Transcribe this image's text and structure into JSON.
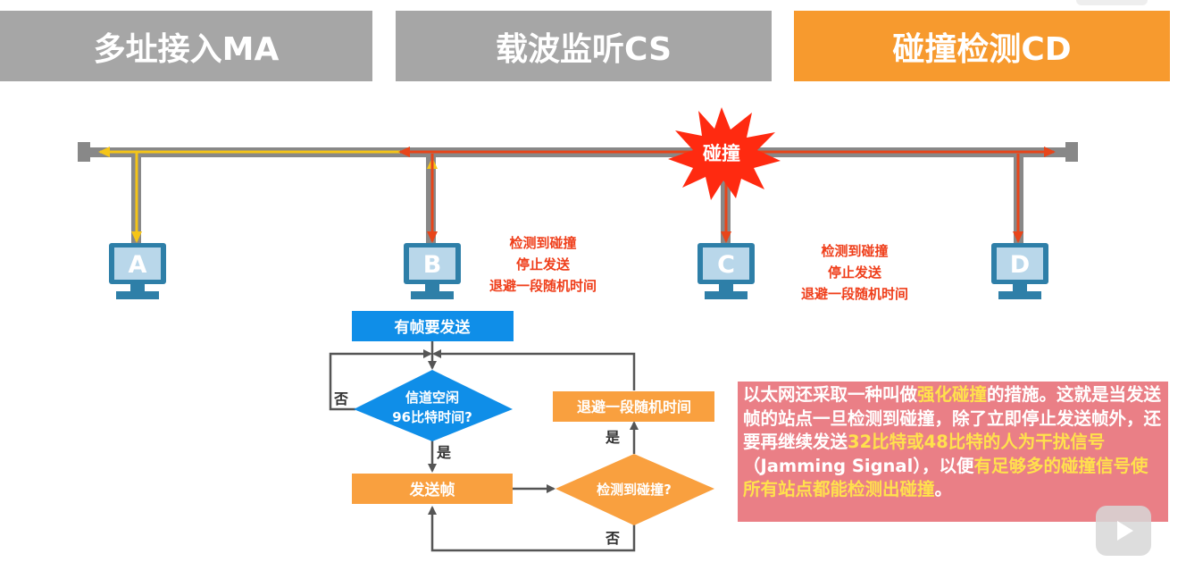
{
  "tabs": [
    {
      "label": "多址接入MA",
      "active": false
    },
    {
      "label": "载波监听CS",
      "active": false
    },
    {
      "label": "碰撞检测CD",
      "active": true
    }
  ],
  "collision_label": "碰撞",
  "stations": [
    "A",
    "B",
    "C",
    "D"
  ],
  "notes": {
    "b": [
      "检测到碰撞",
      "停止发送",
      "退避一段随机时间"
    ],
    "c": [
      "检测到碰撞",
      "停止发送",
      "退避一段随机时间"
    ]
  },
  "flow": {
    "start": "有帧要发送",
    "check_idle_line1": "信道空闲",
    "check_idle_line2": "96比特时间?",
    "no_left": "否",
    "yes_down": "是",
    "send": "发送帧",
    "detect": "检测到碰撞?",
    "yes_up": "是",
    "backoff": "退避一段随机时间",
    "no_bottom": "否"
  },
  "info": {
    "t1": "以太网还采取一种叫做",
    "h1": "强化碰撞",
    "t2": "的措施。这就是当发送帧的站点一旦检测到碰撞，除了立即停止发送帧外，还要再继续发送",
    "h2": "32比特或48比特的人为干扰信号",
    "t3": "（Jamming Signal），以便",
    "h3": "有足够多的碰撞信号使所有站点都能检测出碰撞",
    "t4": "。"
  },
  "colors": {
    "grey_tab": "#a6a6a6",
    "orange_tab": "#f79a2e",
    "bus": "#888888",
    "yellow_signal": "#f5c518",
    "red_signal": "#e8451a",
    "computer_blue": "#2e7fa8",
    "flow_blue": "#0f8ee8",
    "flow_orange": "#f9a03f",
    "note_red": "#ef3e1a",
    "info_bg": "#ea7f86",
    "info_highlight": "#ffe14d"
  }
}
